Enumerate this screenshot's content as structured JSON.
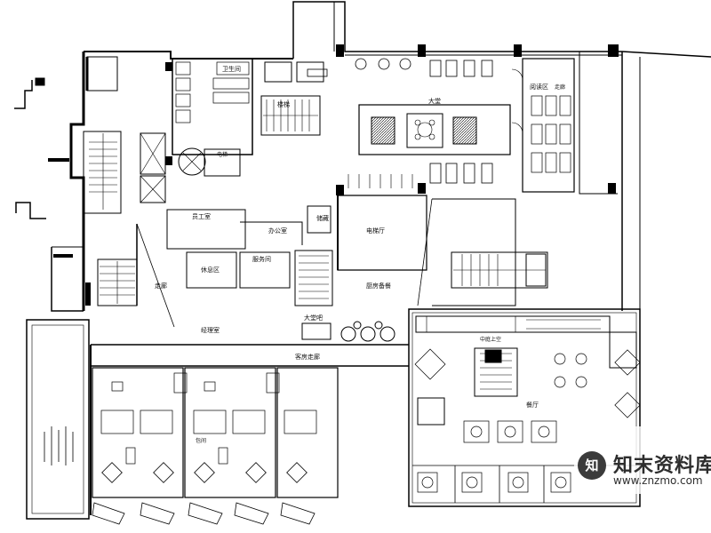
{
  "labels": {
    "restroom_top": "卫生间",
    "lobby": "大堂",
    "corridor_right_top": "走廊",
    "reading_area": "阅读区",
    "elevator_hall": "电梯厅",
    "staff_room": "员工室",
    "office": "办公室",
    "staircase": "楼梯",
    "lounge": "休息区",
    "service_room": "服务间",
    "corridor_left": "走廊",
    "guest_corridor": "客房走廊",
    "restaurant": "餐厅",
    "kitchen_prep": "厨房备餐",
    "atrium_note": "中庭上空",
    "manager": "经理室",
    "private_room": "包间",
    "elev": "电梯",
    "storage": "储藏",
    "lobby_bar": "大堂吧"
  },
  "watermark": {
    "logo_text": "知",
    "title": "知末资料库",
    "url": "www.znzmo.com"
  }
}
